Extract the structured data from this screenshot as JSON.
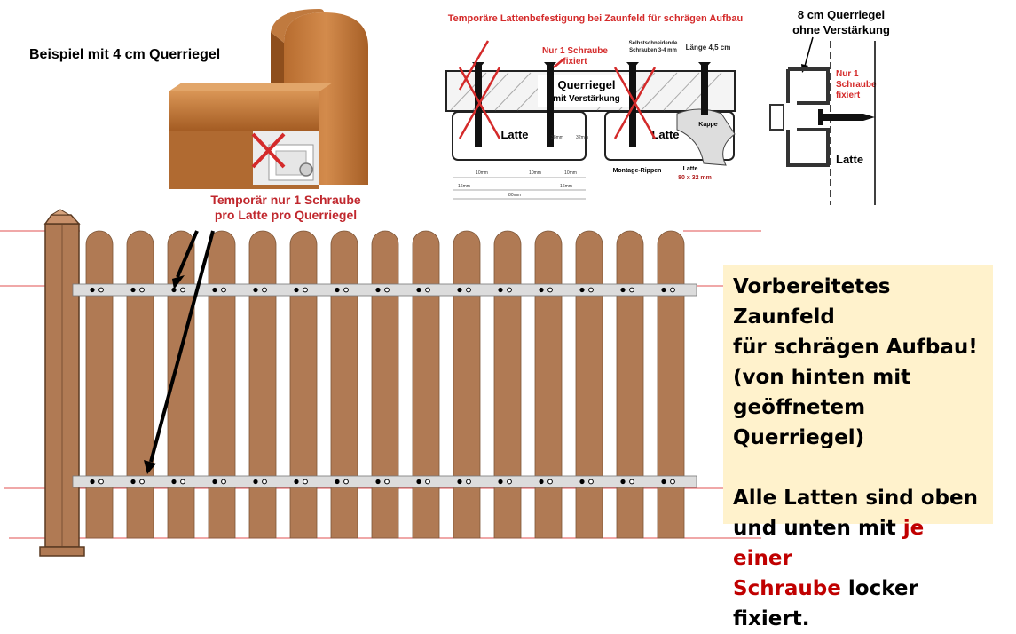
{
  "labels": {
    "example": "Beispiel mit 4 cm Querriegel",
    "callout_line1": "Temporär nur 1 Schraube",
    "callout_line2": "pro Latte pro Querriegel"
  },
  "diagram_center": {
    "title": "Temporäre Lattenbefestigung bei Zaunfeld für schrägen Aufbau",
    "note_red_1": "Nur 1 Schraube",
    "note_red_2": "fixiert",
    "note_screws_1": "Selbstschneidende",
    "note_screws_2": "Schrauben 3-4 mm",
    "length": "Länge 4,5 cm",
    "rail_1": "Querriegel",
    "rail_2": "mit Verstärkung",
    "latte": "Latte",
    "latte2": "Latte",
    "kappe": "Kappe",
    "ribs": "Montage-Rippen",
    "latte_dim_1": "Latte",
    "latte_dim_2": "80 x 32 mm",
    "dim_10a": "10mm",
    "dim_10b": "10mm",
    "dim_10c": "10mm",
    "dim_16a": "16mm",
    "dim_16b": "16mm",
    "dim_38": "38mm",
    "dim_32": "32mm",
    "dim_80": "80mm"
  },
  "diagram_right": {
    "title_1": "8 cm Querriegel",
    "title_2": "ohne Verstärkung",
    "note_1": "Nur 1",
    "note_2": "Schraube",
    "note_3": "fixiert",
    "latte": "Latte"
  },
  "note": {
    "line1": "Vorbereitetes Zaunfeld",
    "line2": "für schrägen Aufbau!",
    "line3": "(von hinten mit",
    "line4": "geöffnetem Querriegel)",
    "line5": "Alle Latten sind oben",
    "line6_before": "und unten mit ",
    "line6_red": "je einer",
    "line7_red": "Schraube",
    "line7_after": " locker fixiert."
  },
  "colors": {
    "wood": "#b07a54",
    "wood_light": "#c4875e",
    "rail": "#dcdcdc",
    "accent_red": "#c0272d",
    "note_bg": "#fff2cc"
  }
}
